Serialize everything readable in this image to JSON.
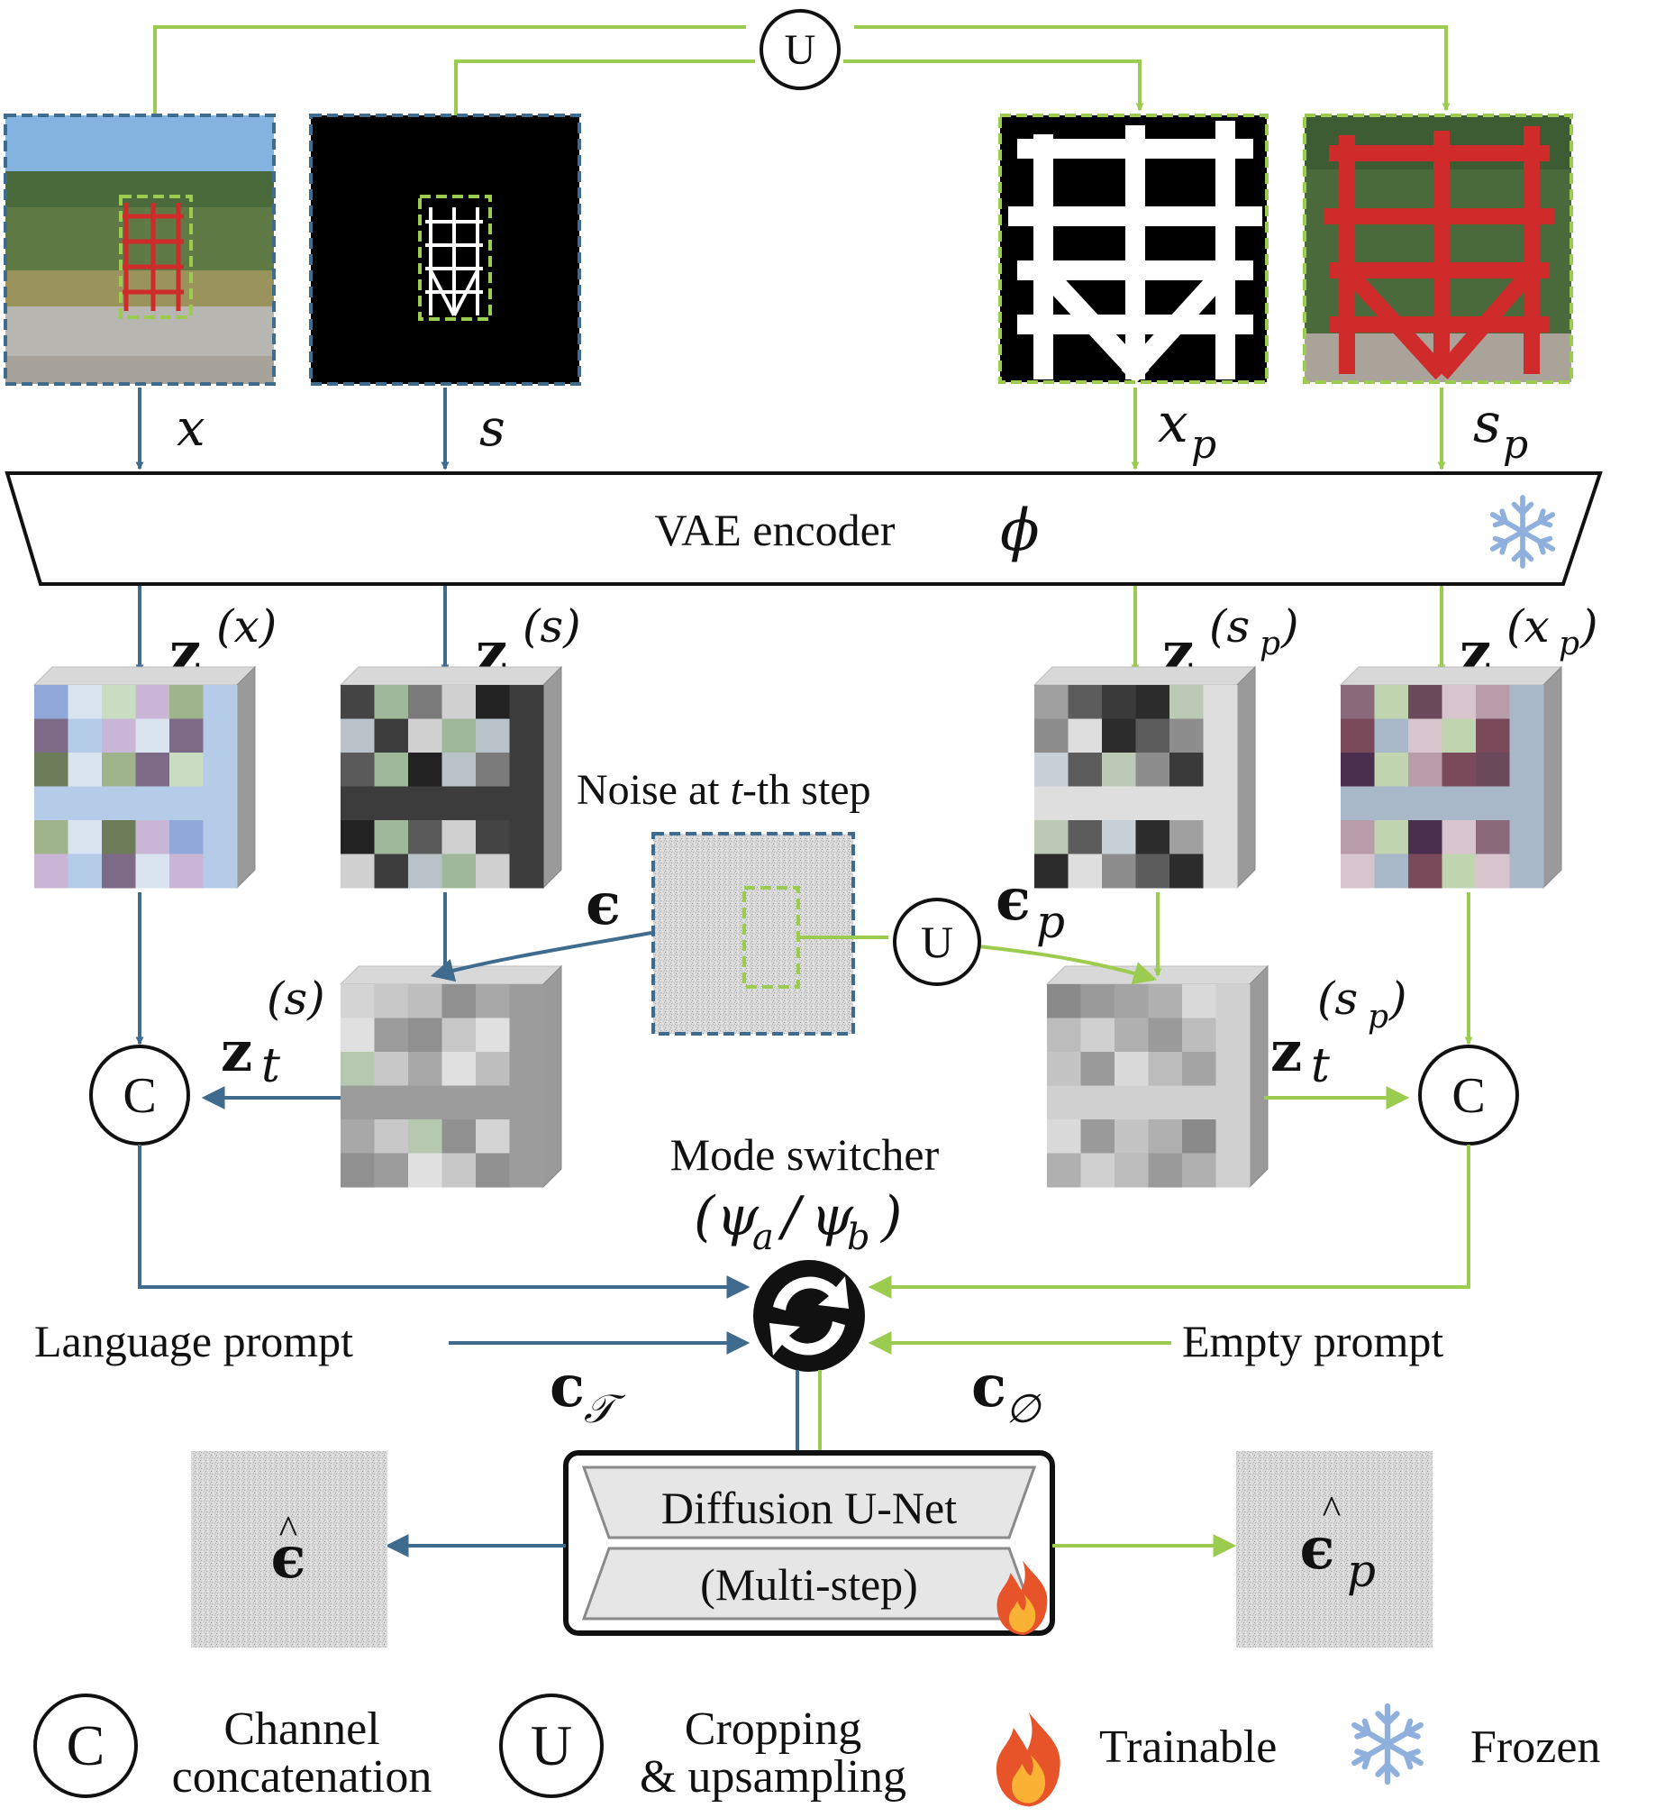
{
  "colors": {
    "blue": "#3f6b8f",
    "green": "#9ccc4f",
    "frozen_icon": "#8fb0dd",
    "fire_outer": "#e8542a",
    "fire_inner": "#f9b233"
  },
  "nodes": {
    "upsample_top": "U",
    "upsample_mid": "U",
    "concat_left": "C",
    "concat_right": "C"
  },
  "inputs": {
    "x": "x",
    "s": "s",
    "x_p_base": "x",
    "x_p_sub": "p",
    "s_p_base": "s",
    "s_p_sub": "p"
  },
  "encoder": {
    "label": "VAE encoder",
    "symbol": "ϕ",
    "frozen_icon": "snowflake-icon"
  },
  "latents": {
    "z": "z",
    "sup_x": "(x)",
    "sup_s": "(s)",
    "sup_sp_base": "(s",
    "sup_sp_sub": "p",
    "sup_xp_base": "(x",
    "sup_xp_sub": "p",
    "close_paren": ")"
  },
  "noise": {
    "title_before": "Noise at ",
    "title_t": "t",
    "title_after": "-th step",
    "eps": "ϵ",
    "eps_p_base": "ϵ",
    "eps_p_sub": "p"
  },
  "noisy_latents": {
    "z_base": "z",
    "t_sub": "t",
    "sup_s": "(s)",
    "sup_sp_base": "(s",
    "sup_sp_sub": "p",
    "close_paren": ")"
  },
  "mode_switcher": {
    "title": "Mode switcher",
    "formula_open": "(",
    "psi": "ψ",
    "sub_a": "a",
    "slash": "/",
    "sub_b": "b",
    "formula_close": ")"
  },
  "prompts": {
    "language": "Language prompt",
    "c": "c",
    "c_sub_T": "𝒯",
    "empty": "Empty prompt",
    "c_sub_empty": "∅"
  },
  "unet": {
    "line1": "Diffusion U-Net",
    "line2": "(Multi-step)",
    "trainable_icon": "fire-icon"
  },
  "outputs": {
    "eps_hat": "ϵ",
    "eps_hat_p_base": "ϵ",
    "eps_hat_p_sub": "p",
    "hat": "^"
  },
  "legend": {
    "c_symbol": "C",
    "c_line1": "Channel",
    "c_line2": "concatenation",
    "u_symbol": "U",
    "u_line1": "Cropping",
    "u_line2": "& upsampling",
    "trainable": "Trainable",
    "frozen": "Frozen"
  }
}
